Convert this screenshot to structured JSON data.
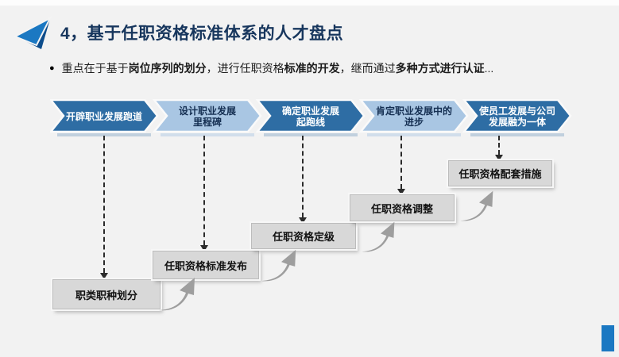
{
  "slide": {
    "title": "4，基于任职资格标准体系的人才盘点"
  },
  "bullet": {
    "marker": "●",
    "segments": [
      {
        "text": "重点在于基于",
        "bold": false
      },
      {
        "text": "岗位序列的划分",
        "bold": true
      },
      {
        "text": "，进行任职资格",
        "bold": false
      },
      {
        "text": "标准的开发",
        "bold": true
      },
      {
        "text": "，继而通过",
        "bold": false
      },
      {
        "text": "多种方式进行认证",
        "bold": true
      },
      {
        "text": "...",
        "bold": false
      }
    ]
  },
  "chevrons": [
    {
      "line1": "开辟职业发展跑道",
      "line2": "",
      "style": "dark"
    },
    {
      "line1": "设计职业发展",
      "line2": "里程碑",
      "style": "light"
    },
    {
      "line1": "确定职业发展",
      "line2": "起跑线",
      "style": "dark"
    },
    {
      "line1": "肯定职业发展中的",
      "line2": "进步",
      "style": "light"
    },
    {
      "line1": "使员工发展与公司",
      "line2": "发展融为一体",
      "style": "dark"
    }
  ],
  "boxes": [
    {
      "label": "职类职种划分"
    },
    {
      "label": "任职资格标准发布"
    },
    {
      "label": "任职资格定级"
    },
    {
      "label": "任职资格调整"
    },
    {
      "label": "任职资格配套措施"
    }
  ],
  "icons": {
    "title_icon": "paper-plane-icon",
    "connector_icon": "dashed-down-arrow",
    "swoosh_icon": "curved-up-arrow"
  },
  "colors": {
    "bg": "#f2f2f2",
    "accent_blue": "#1b78c2",
    "icon_dark": "#0d4d8c",
    "title_navy": "#17365d",
    "chevron_dark": "#2e6da4",
    "chevron_light": "#a9c6e3",
    "chevron_light_text": "#152f52",
    "box_bg": "#d8d8d8",
    "box_border": "#bcbcbc",
    "text_black": "#1c1c1c",
    "connector": "#2b2b2b",
    "swoosh": "#9e9e9e"
  }
}
